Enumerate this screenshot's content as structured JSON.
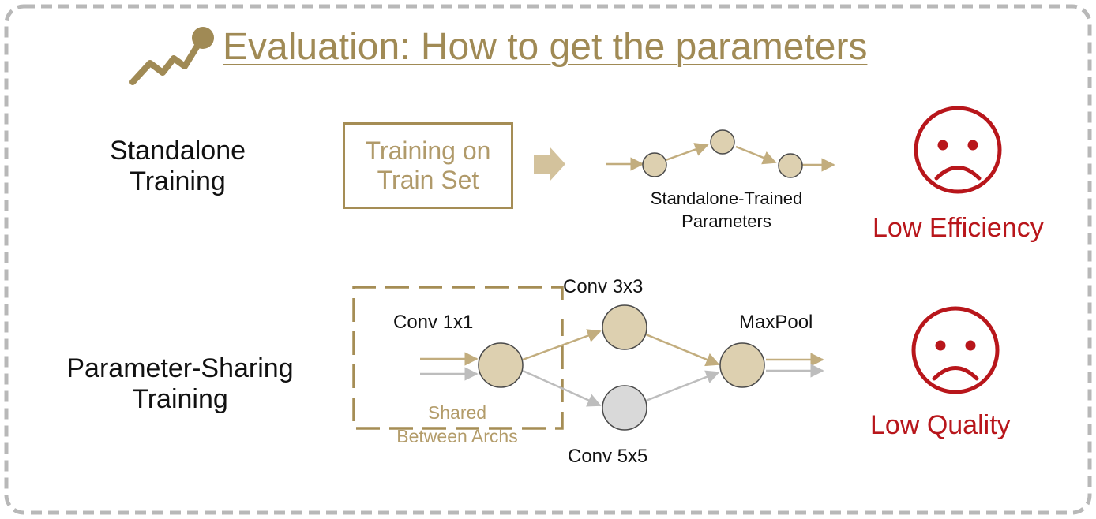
{
  "title": "Evaluation: How to get the parameters",
  "standalone": {
    "label_line1": "Standalone",
    "label_line2": "Training",
    "box_line1": "Training on",
    "box_line2": "Train Set",
    "caption_line1": "Standalone-Trained",
    "caption_line2": "Parameters",
    "verdict": "Low Efficiency"
  },
  "sharing": {
    "label_line1": "Parameter-Sharing",
    "label_line2": "Training",
    "node_conv1": "Conv 1x1",
    "node_conv3": "Conv 3x3",
    "node_conv5": "Conv 5x5",
    "node_maxpool": "MaxPool",
    "shared_line1": "Shared",
    "shared_line2": "Between Archs",
    "verdict": "Low Quality"
  },
  "colors": {
    "accent": "#a08a55",
    "node_fill": "#ddd0b0",
    "node_stroke": "#4a4a4a",
    "gray_node": "#d9d9d9",
    "gray_arrow": "#bdbdbd",
    "verdict": "#b8161b",
    "frame": "#b8b8b8"
  },
  "icons": {
    "title_icon": "trend-line-icon",
    "sad_face": "sad-face-icon"
  }
}
